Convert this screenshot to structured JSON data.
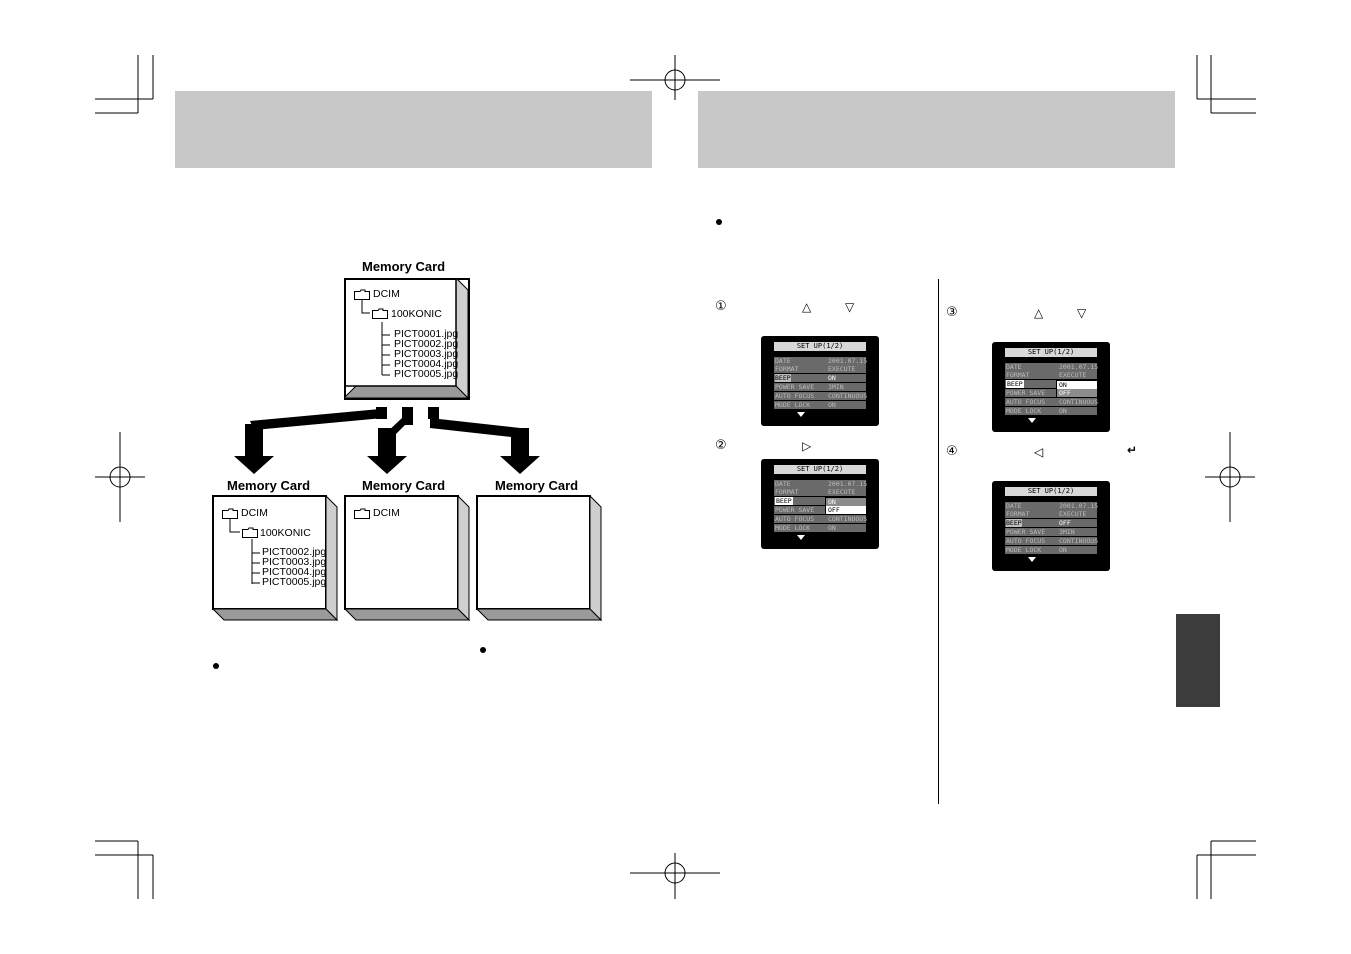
{
  "cards": {
    "top": {
      "label": "Memory Card",
      "root": "DCIM",
      "subfolder": "100KONIC",
      "files": [
        "PICT0001.jpg",
        "PICT0002.jpg",
        "PICT0003.jpg",
        "PICT0004.jpg",
        "PICT0005.jpg"
      ]
    },
    "bottom_left": {
      "label": "Memory Card",
      "root": "DCIM",
      "subfolder": "100KONIC",
      "files": [
        "PICT0002.jpg",
        "PICT0003.jpg",
        "PICT0004.jpg",
        "PICT0005.jpg"
      ]
    },
    "bottom_middle": {
      "label": "Memory Card",
      "root": "DCIM"
    },
    "bottom_right": {
      "label": "Memory Card"
    }
  },
  "steps": {
    "s1": {
      "num": "①",
      "up": "△",
      "down": "▽"
    },
    "s2": {
      "num": "②",
      "right": "▷"
    },
    "s3": {
      "num": "③",
      "up": "△",
      "down": "▽"
    },
    "s4": {
      "num": "④",
      "left": "◁",
      "enter": "↵"
    }
  },
  "lcd": {
    "title": "SET UP(1/2)",
    "rows": [
      {
        "k": "DATE",
        "v": "2001.07.15"
      },
      {
        "k": "FORMAT",
        "v": "EXECUTE"
      },
      {
        "k": "BEEP",
        "v": "ON"
      },
      {
        "k": "POWER SAVE",
        "v": "3MIN"
      },
      {
        "k": "AUTO FOCUS",
        "v": "CONTINUOUS"
      },
      {
        "k": "MODE LOCK",
        "v": "ON"
      }
    ],
    "options": [
      "ON",
      "OFF"
    ],
    "beep_off": "OFF"
  }
}
